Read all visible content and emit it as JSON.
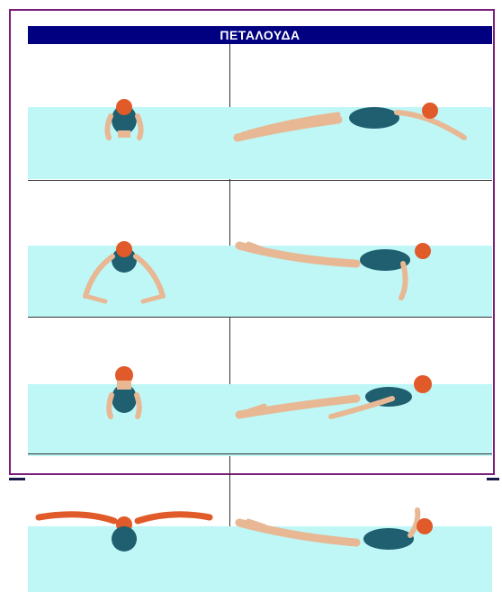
{
  "title": "ΠΕΤΑΛΟΥΔΑ",
  "colors": {
    "title_bg": "#000080",
    "title_text": "#ffffff",
    "water": "#bff7f7",
    "frame": "#7a1f7a",
    "skin": "#e8b894",
    "swimsuit": "#1f5f70",
    "cap": "#e05a2a"
  },
  "phases": [
    {
      "front_view": "arms-forward",
      "side_view": "glide-arms-extended"
    },
    {
      "front_view": "arms-pull-outsweep",
      "side_view": "arms-pull-down"
    },
    {
      "front_view": "head-up-breath",
      "side_view": "arms-push-back-breath"
    },
    {
      "front_view": "arms-recovery-wide",
      "side_view": "recovery-arms-back"
    }
  ]
}
